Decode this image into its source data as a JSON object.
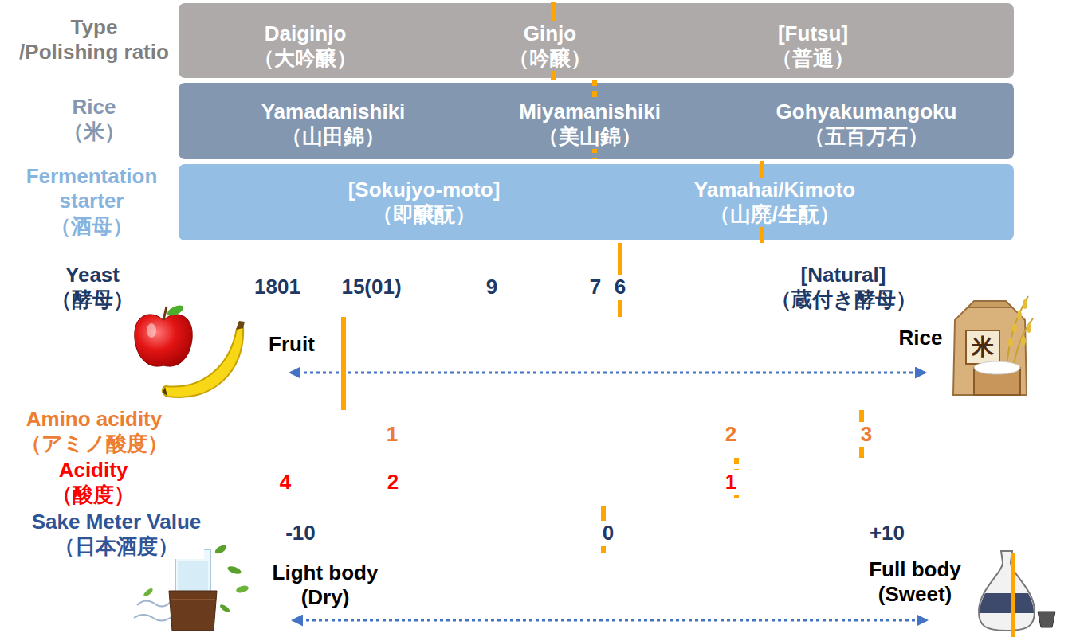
{
  "diagram": {
    "nodes": [
      {
        "text": [
          "Type /Polishing ratio",
          "Daiginjo （大吟醸）",
          "Ginjo （吟醸）",
          "[Futsu] （普通）"
        ]
      },
      {
        "text": [
          "Rice （米）",
          "Yamadanishiki （山田錦）",
          "Miyamanishiki （美山錦）",
          "Gohyakumangoku （五百万石）"
        ]
      },
      {
        "text": [
          "Fermentation starter （酒母）",
          "[Sokujyo-moto] （即醸酛）",
          "Yamahai/Kimoto （山廃/生酛）"
        ]
      }
    ],
    "labels": [
      "Yeast （酵母）",
      "1801",
      "15(01)",
      "9",
      "7",
      "6",
      "[Natural] （蔵付き酵母）",
      "Fruit",
      "Rice",
      "米",
      "Amino acidity （アミノ酸度）",
      "1",
      "2",
      "3",
      "Acidity （酸度）",
      "4",
      "2",
      "1",
      "Sake Meter Value （日本酒度）",
      "-10",
      "0",
      "+10",
      "Light body (Dry)",
      "Full body (Sweet)"
    ]
  }
}
